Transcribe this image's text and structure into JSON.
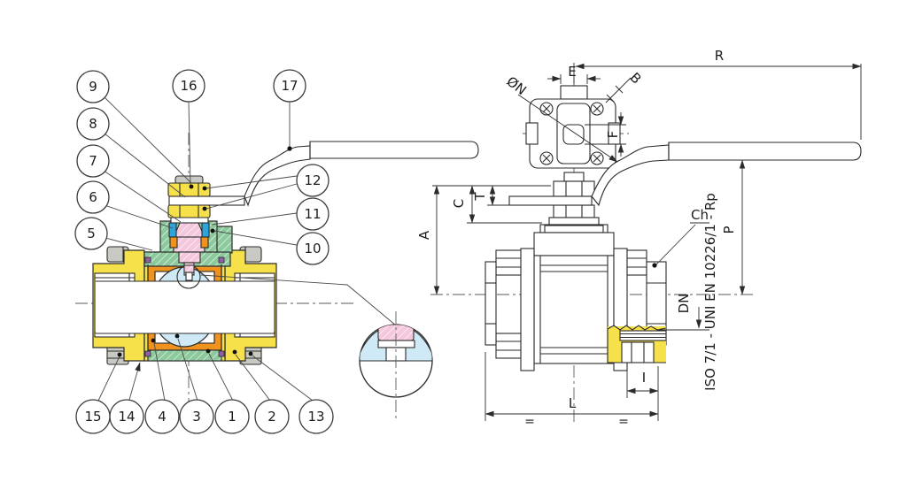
{
  "drawing": {
    "kind": "two-piece ball valve technical drawing",
    "left_view": "colored cross-section with part callouts",
    "right_view": "dimensioned outline drawing with top view and detail"
  },
  "callouts": {
    "c1": "1",
    "c2": "2",
    "c3": "3",
    "c4": "4",
    "c5": "5",
    "c6": "6",
    "c7": "7",
    "c8": "8",
    "c9": "9",
    "c10": "10",
    "c11": "11",
    "c12": "12",
    "c13": "13",
    "c14": "14",
    "c15": "15",
    "c16": "16",
    "c17": "17"
  },
  "dims": {
    "R": "R",
    "E": "E",
    "B": "B",
    "diam_n": "ØN",
    "F": "F",
    "T": "T",
    "C": "C",
    "A": "A",
    "P": "P",
    "DN": "DN",
    "Ch": "Ch",
    "I": "I",
    "L": "L",
    "eq": "=",
    "iso_note": "ISO 7/1 - UNI EN 10226/1 - Rp"
  },
  "colors": {
    "body_yellow": "#f6e14b",
    "seat_orange": "#f0921e",
    "ball_blue": "#cfe9f6",
    "bonnet_green": "#8cc99d",
    "stem_pink": "#f4c8dc",
    "washer_blue": "#2fa3dc",
    "seal_purple": "#8f5fa8",
    "bolt_gray": "#c9c9c3",
    "line": "#2b2b2b"
  }
}
